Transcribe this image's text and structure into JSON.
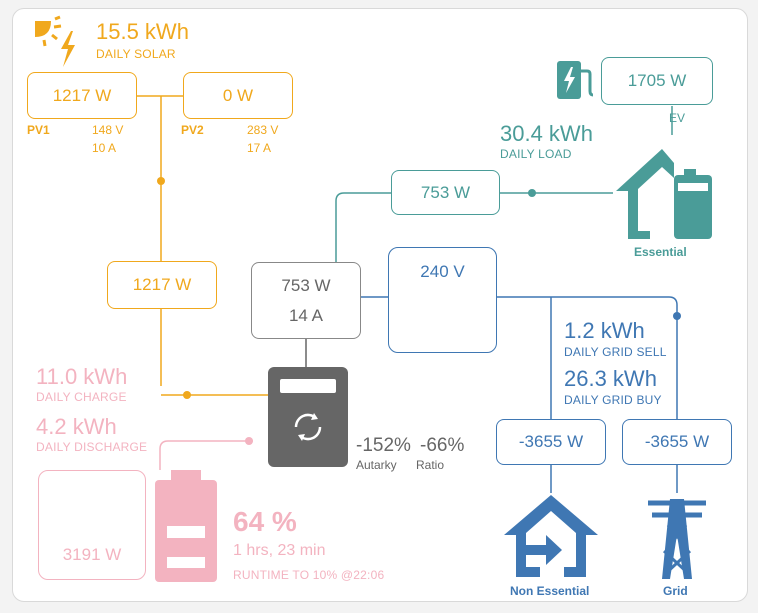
{
  "solar": {
    "daily_value": "15.5 kWh",
    "daily_label": "DAILY SOLAR",
    "total_power": "1217 W",
    "pv1": {
      "power": "1217 W",
      "name": "PV1",
      "voltage": "148 V",
      "current": "10 A"
    },
    "pv2": {
      "power": "0 W",
      "name": "PV2",
      "voltage": "283 V",
      "current": "17 A"
    }
  },
  "load": {
    "ev_power": "1705 W",
    "ev_label": "EV",
    "daily_value": "30.4 kWh",
    "daily_label": "DAILY LOAD",
    "essential_power": "753 W",
    "essential_label": "Essential"
  },
  "inverter": {
    "power": "753 W",
    "current": "14 A",
    "voltage": "240 V",
    "autarky_value": "-152%",
    "ratio_value": "-66%",
    "autarky_label": "Autarky",
    "ratio_label": "Ratio"
  },
  "grid": {
    "daily_sell_value": "1.2 kWh",
    "daily_sell_label": "DAILY GRID SELL",
    "daily_buy_value": "26.3 kWh",
    "daily_buy_label": "DAILY GRID BUY",
    "non_essential_power": "-3655 W",
    "grid_power": "-3655 W",
    "non_essential_label": "Non Essential",
    "grid_label": "Grid"
  },
  "battery": {
    "daily_charge_value": "11.0 kWh",
    "daily_charge_label": "DAILY CHARGE",
    "daily_discharge_value": "4.2 kWh",
    "daily_discharge_label": "DAILY DISCHARGE",
    "power": "3191 W",
    "soc": "64 %",
    "runtime": "1 hrs, 23 min",
    "runtime_label": "RUNTIME TO 10% @22:06",
    "soc_fraction": 0.64
  },
  "colors": {
    "solar": "#f0a81d",
    "load": "#4a9c98",
    "grid": "#3f77b3",
    "battery": "#f3b3c0",
    "inverter": "#666666"
  }
}
